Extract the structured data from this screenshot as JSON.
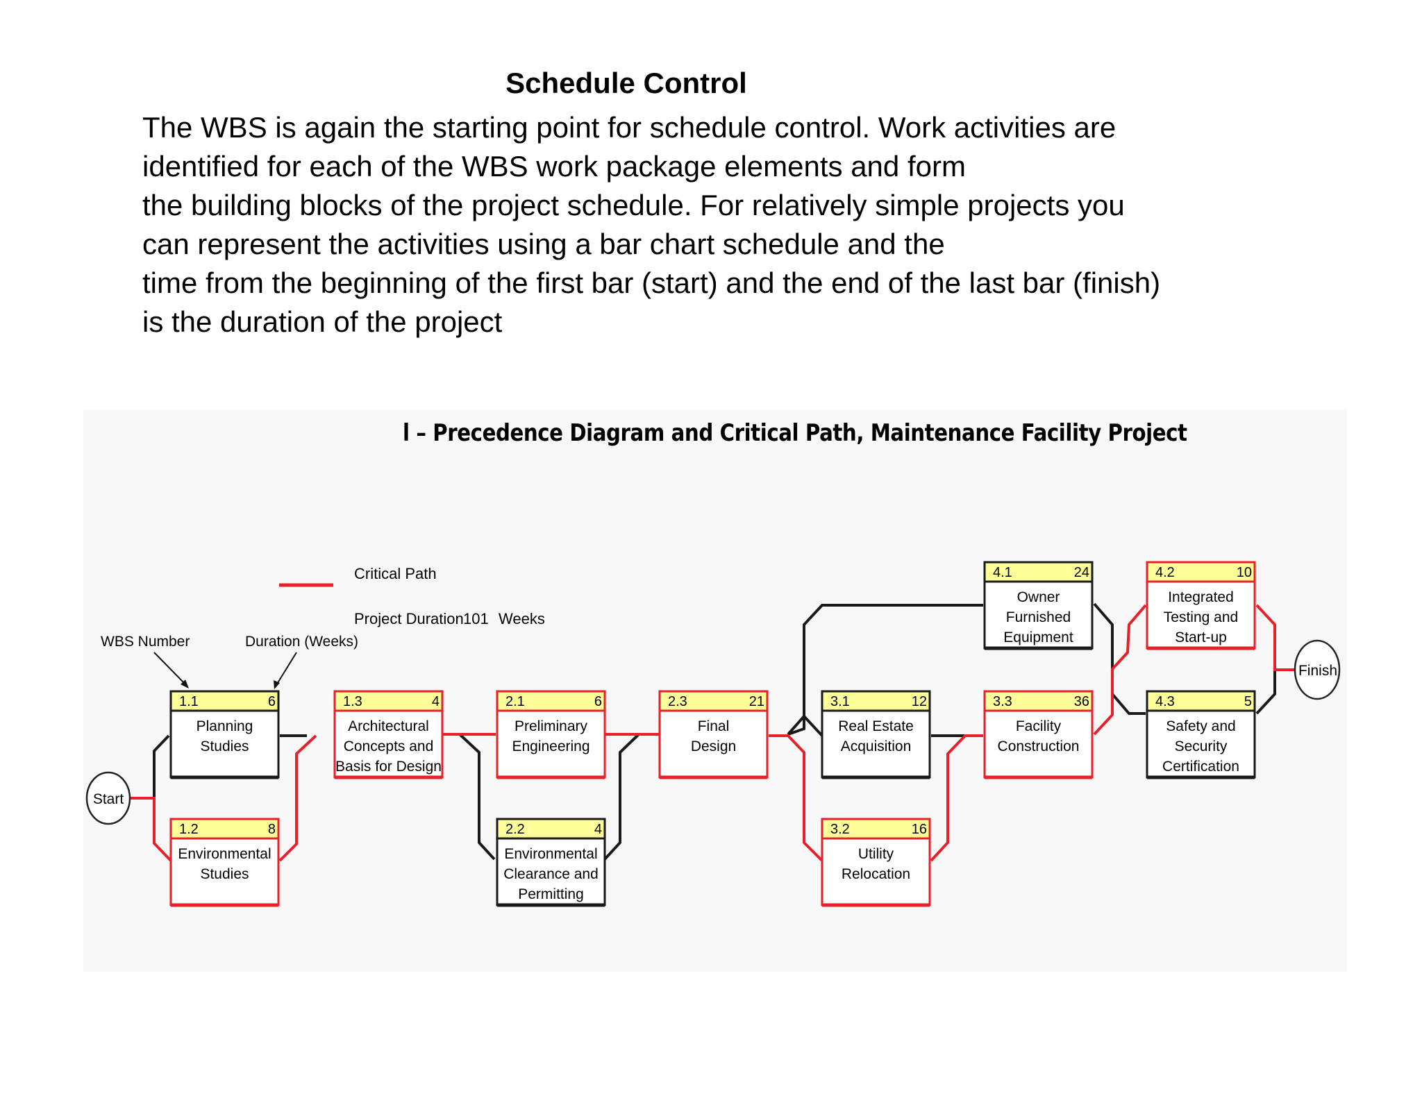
{
  "heading": "Schedule Control",
  "paragraph_lines": [
    "The WBS is again the starting point for schedule control. Work activities are",
    "identified for each of the WBS work package elements and form",
    "the building blocks of the project schedule. For relatively simple projects you",
    "can represent the activities using a bar chart schedule and the",
    "time from the beginning of the first bar (start) and the end of the last bar (finish)",
    "is the duration of the project"
  ],
  "diagram": {
    "title": "l – Precedence Diagram and Critical Path, Maintenance Facility Project",
    "legend": {
      "critical_path_label": "Critical Path",
      "project_duration_label": "Project Duration",
      "project_duration_value": "101",
      "project_duration_unit": "Weeks",
      "wbs_number_label": "WBS Number",
      "duration_label": "Duration (Weeks)"
    },
    "start_label": "Start",
    "finish_label": "Finish",
    "colors": {
      "critical": "#e8202a",
      "normal": "#1a1a1a",
      "header_fill": "#ffff99"
    },
    "activities": [
      {
        "id": "1.1",
        "duration": "6",
        "lines": [
          "Planning",
          "Studies"
        ],
        "critical": false
      },
      {
        "id": "1.2",
        "duration": "8",
        "lines": [
          "Environmental",
          "Studies"
        ],
        "critical": true
      },
      {
        "id": "1.3",
        "duration": "4",
        "lines": [
          "Architectural",
          "Concepts and",
          "Basis for Design"
        ],
        "critical": true
      },
      {
        "id": "2.1",
        "duration": "6",
        "lines": [
          "Preliminary",
          "Engineering"
        ],
        "critical": true
      },
      {
        "id": "2.2",
        "duration": "4",
        "lines": [
          "Environmental",
          "Clearance and",
          "Permitting"
        ],
        "critical": false
      },
      {
        "id": "2.3",
        "duration": "21",
        "lines": [
          "Final",
          "Design"
        ],
        "critical": true
      },
      {
        "id": "3.1",
        "duration": "12",
        "lines": [
          "Real Estate",
          "Acquisition"
        ],
        "critical": false
      },
      {
        "id": "3.2",
        "duration": "16",
        "lines": [
          "Utility",
          "Relocation"
        ],
        "critical": true
      },
      {
        "id": "3.3",
        "duration": "36",
        "lines": [
          "Facility",
          "Construction"
        ],
        "critical": true
      },
      {
        "id": "4.1",
        "duration": "24",
        "lines": [
          "Owner",
          "Furnished",
          "Equipment"
        ],
        "critical": false
      },
      {
        "id": "4.2",
        "duration": "10",
        "lines": [
          "Integrated",
          "Testing and",
          "Start-up"
        ],
        "critical": true
      },
      {
        "id": "4.3",
        "duration": "5",
        "lines": [
          "Safety and",
          "Security",
          "Certification"
        ],
        "critical": false
      }
    ]
  }
}
